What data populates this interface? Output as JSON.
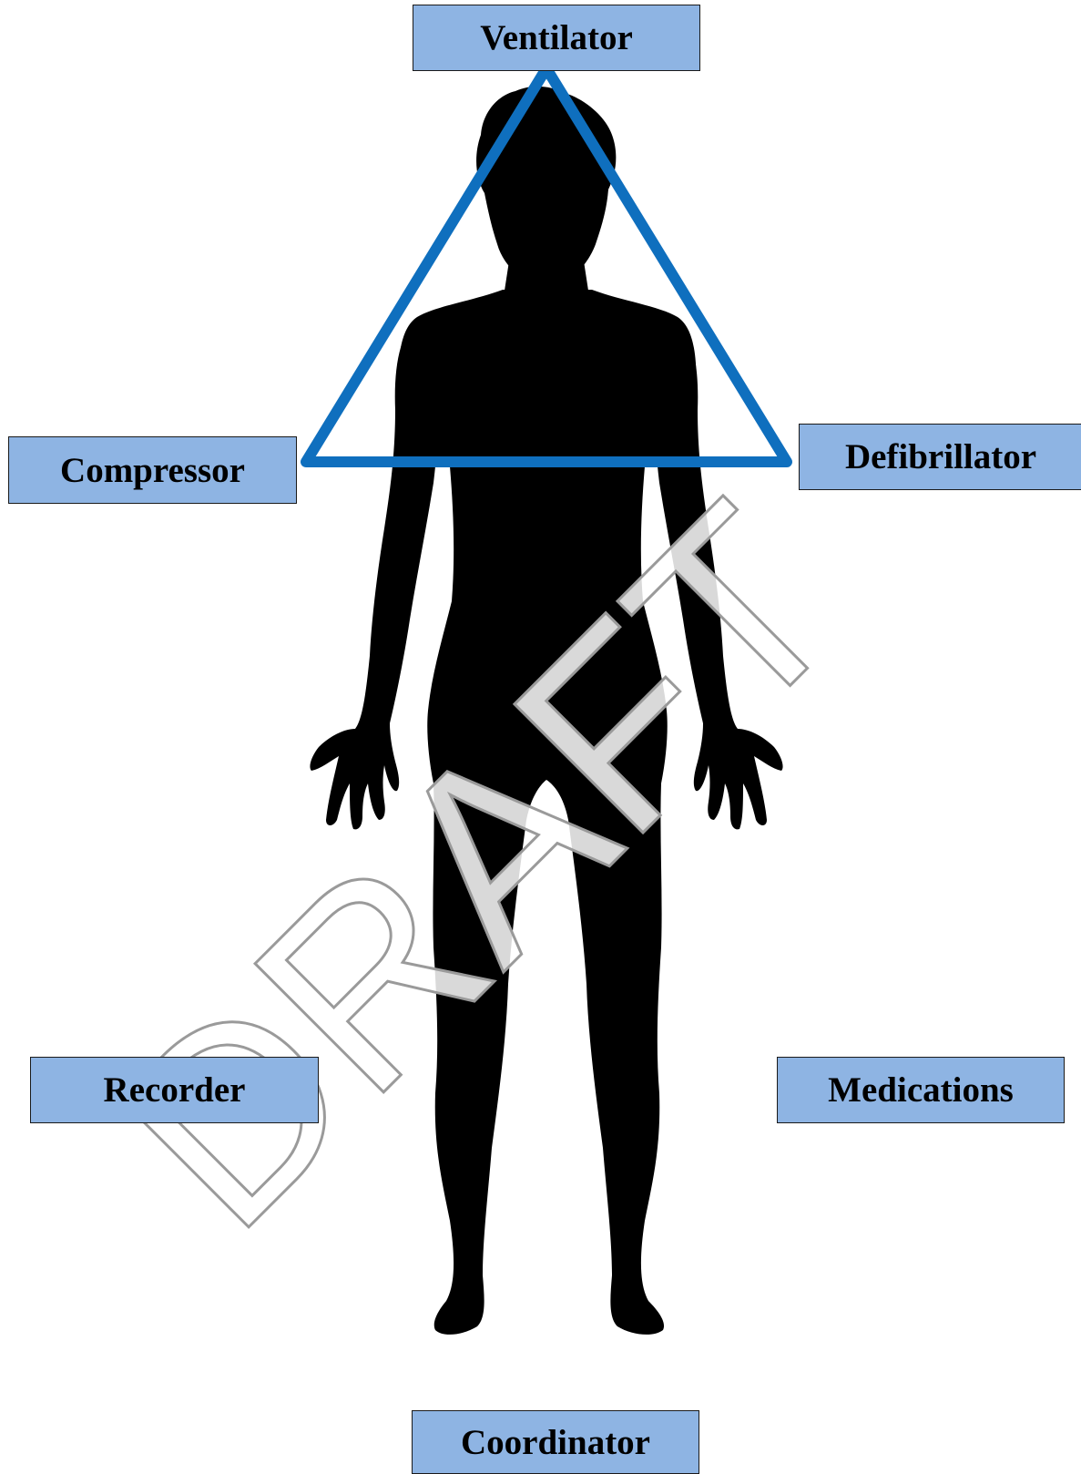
{
  "roles": {
    "ventilator": "Ventilator",
    "compressor": "Compressor",
    "defibrillator": "Defibrillator",
    "recorder": "Recorder",
    "medications": "Medications",
    "coordinator": "Coordinator"
  },
  "watermark": "DRAFT",
  "colors": {
    "box_fill": "#8eb4e3",
    "box_border": "#1a1a1a",
    "triangle_stroke": "#0f6fbe",
    "silhouette": "#000000",
    "watermark": "#bfbfbf"
  }
}
